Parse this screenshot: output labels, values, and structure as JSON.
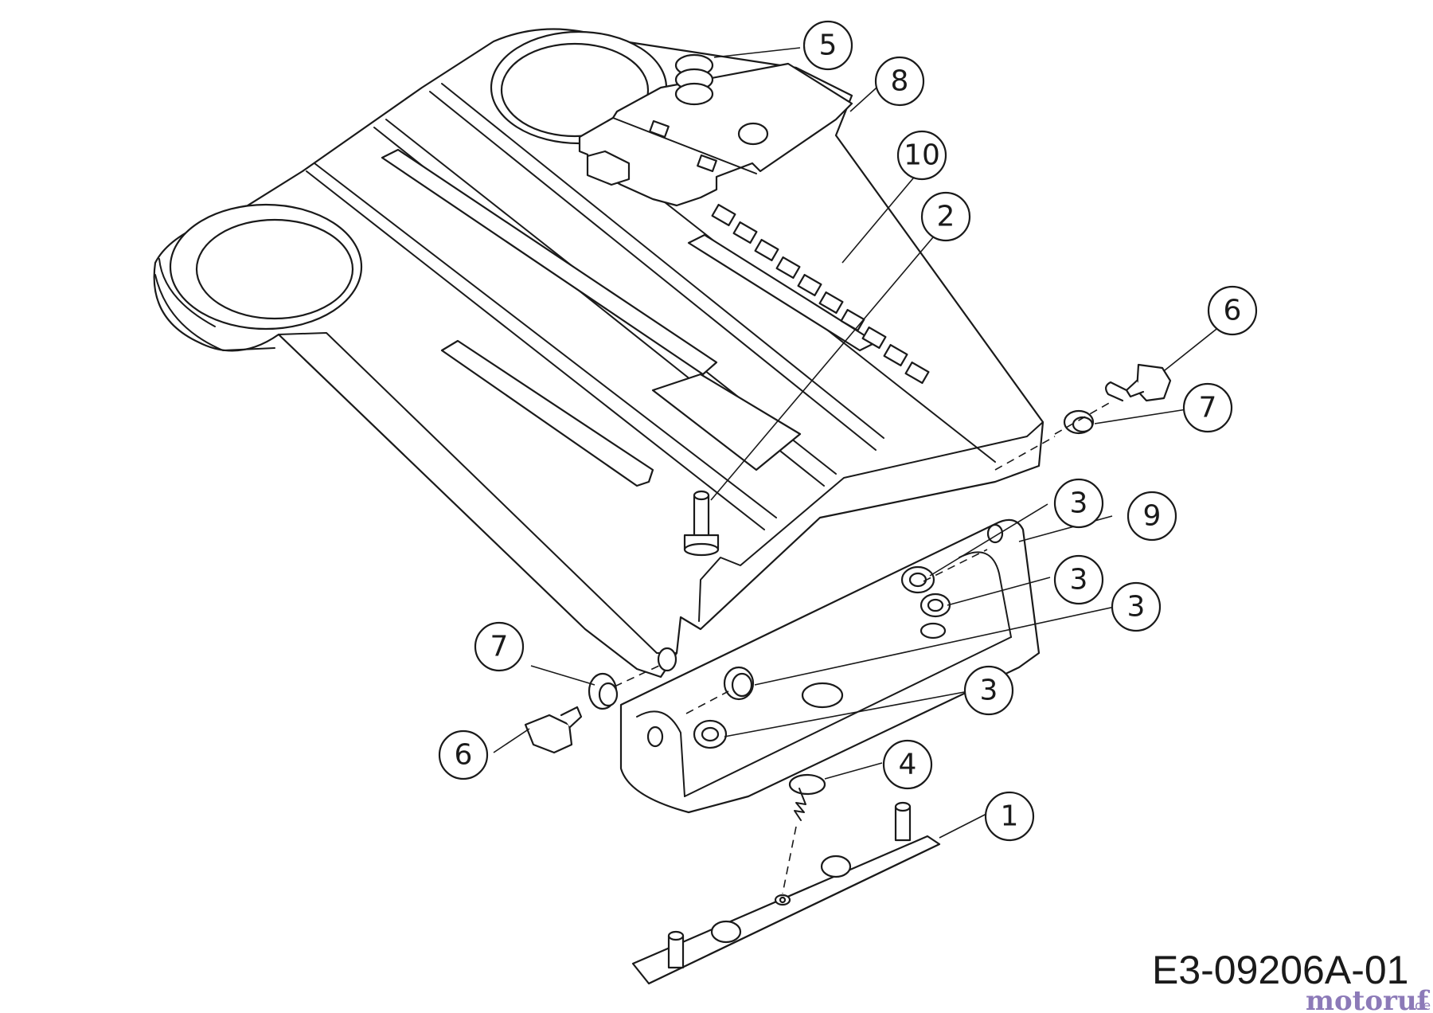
{
  "diagram": {
    "drawing_number": "E3-09206A-01",
    "watermark": {
      "text_main": "motoruf",
      "text_suffix": ".de",
      "color_main": "#8c7ab8",
      "color_accent": "#e4a53a"
    },
    "line_color": "#1a1a1a",
    "callouts": [
      {
        "id": "callout-5",
        "label": "5"
      },
      {
        "id": "callout-8",
        "label": "8"
      },
      {
        "id": "callout-10",
        "label": "10"
      },
      {
        "id": "callout-2",
        "label": "2"
      },
      {
        "id": "callout-6a",
        "label": "6"
      },
      {
        "id": "callout-7a",
        "label": "7"
      },
      {
        "id": "callout-3a",
        "label": "3"
      },
      {
        "id": "callout-9",
        "label": "9"
      },
      {
        "id": "callout-3b",
        "label": "3"
      },
      {
        "id": "callout-3c",
        "label": "3"
      },
      {
        "id": "callout-7b",
        "label": "7"
      },
      {
        "id": "callout-3d",
        "label": "3"
      },
      {
        "id": "callout-6b",
        "label": "6"
      },
      {
        "id": "callout-4",
        "label": "4"
      },
      {
        "id": "callout-1",
        "label": "1"
      }
    ]
  }
}
